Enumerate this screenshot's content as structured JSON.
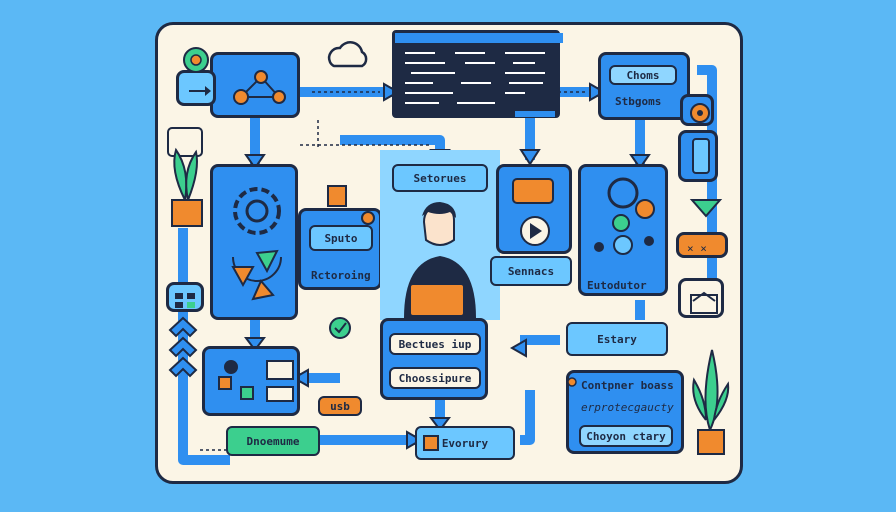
{
  "labels": {
    "chroms": "Choms",
    "stbgoms": "Stbgoms",
    "setorues": "Setorues",
    "sputo": "Sputo",
    "rctoroing": "Rctoroing",
    "sennacs": "Sennacs",
    "eutodutor": "Eutodutor",
    "bectues_iup": "Bectues iup",
    "choossipure": "Choossipure",
    "estary": "Estary",
    "contpner_boass": "Contpner boass",
    "erprotecgaucty": "erprotecgaucty",
    "choyon_ctary": "Choyon ctary",
    "dnoemume": "Dnoemume",
    "evorury": "Evorury",
    "usb": "usb"
  },
  "colors": {
    "background": "#5bb8f5",
    "board": "#fbf5e6",
    "box_blue": "#2f8ff0",
    "light_blue": "#6cc7ff",
    "outline": "#1e2a44",
    "orange": "#f08a2e",
    "green": "#3ccf8e",
    "dark_panel": "#1e2a44"
  }
}
